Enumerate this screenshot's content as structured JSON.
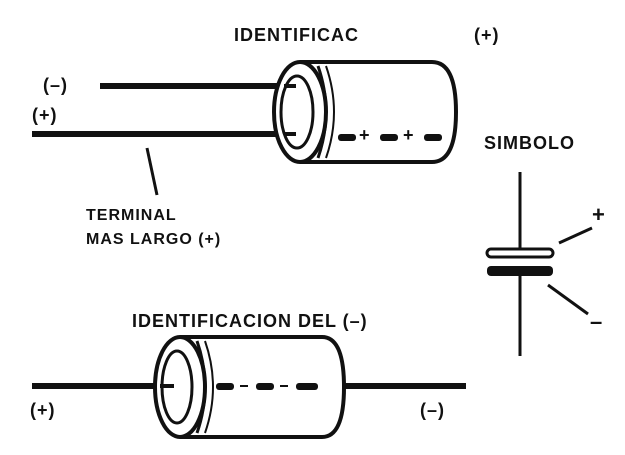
{
  "labels": {
    "top_identification": "IDENTIFICAC",
    "top_plus": "(+)",
    "lead_minus": "(–)",
    "lead_plus": "(+)",
    "symbol_title": "SIMBOLO",
    "terminal_line1": "TERMINAL",
    "terminal_line2": "MAS LARGO (+)",
    "symbol_plus": "+",
    "symbol_minus": "–",
    "bottom_identification": "IDENTIFICACION DEL (–)",
    "bottom_left_plus": "(+)",
    "bottom_right_minus": "(–)"
  },
  "top_capacitor_marks": [
    "+",
    "+"
  ],
  "colors": {
    "ink": "#111111",
    "paper": "#ffffff"
  }
}
